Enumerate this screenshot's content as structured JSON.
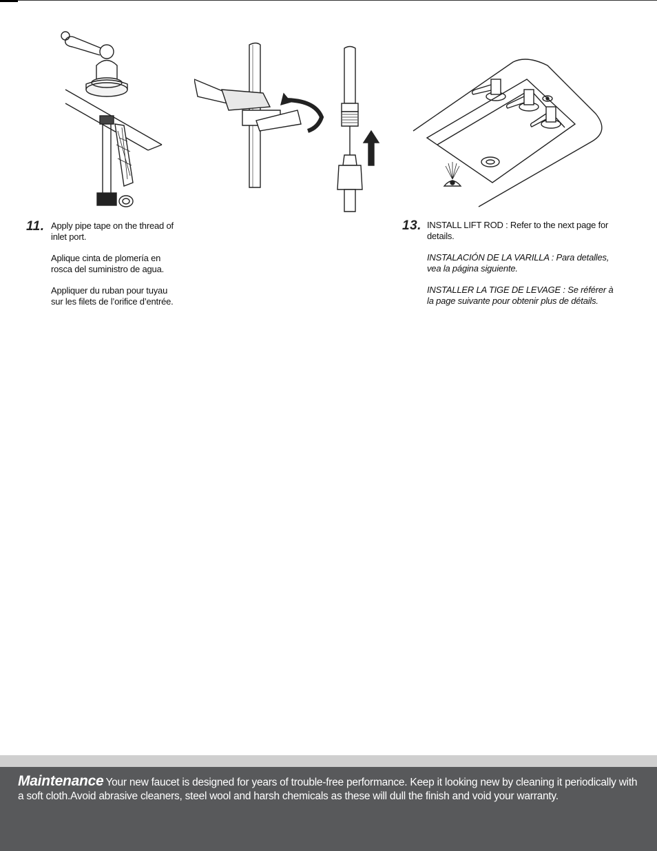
{
  "steps": [
    {
      "number": "11.",
      "paragraphs": [
        "Apply pipe tape on the thread of\ninlet port.",
        "Aplique cinta de plomería en\nrosca del suministro de agua.",
        "Appliquer du ruban pour tuyau\nsur les filets de l’orifice d’entrée."
      ]
    },
    {
      "number": "13.",
      "paragraphs": [
        "INSTALL LIFT ROD : Refer to the next page for\ndetails.",
        "INSTALACIÓN DE LA VARILLA  : Para detalles,\nvea la página siguiente.",
        "INSTALLER LA TIGE DE LEVAGE : Se référer à\nla page suivante pour obtenir plus de détails."
      ]
    }
  ],
  "maintenance": {
    "title": "Maintenance",
    "text": "Your new faucet is designed for years of trouble-free performance. Keep it looking new by cleaning it periodically with a soft cloth.Avoid abrasive cleaners, steel wool and harsh chemicals as these  will dull the finish and void your warranty."
  },
  "colors": {
    "footer_bg": "#58595b",
    "footer_band": "#cfcfcf",
    "footer_text": "#ffffff"
  }
}
